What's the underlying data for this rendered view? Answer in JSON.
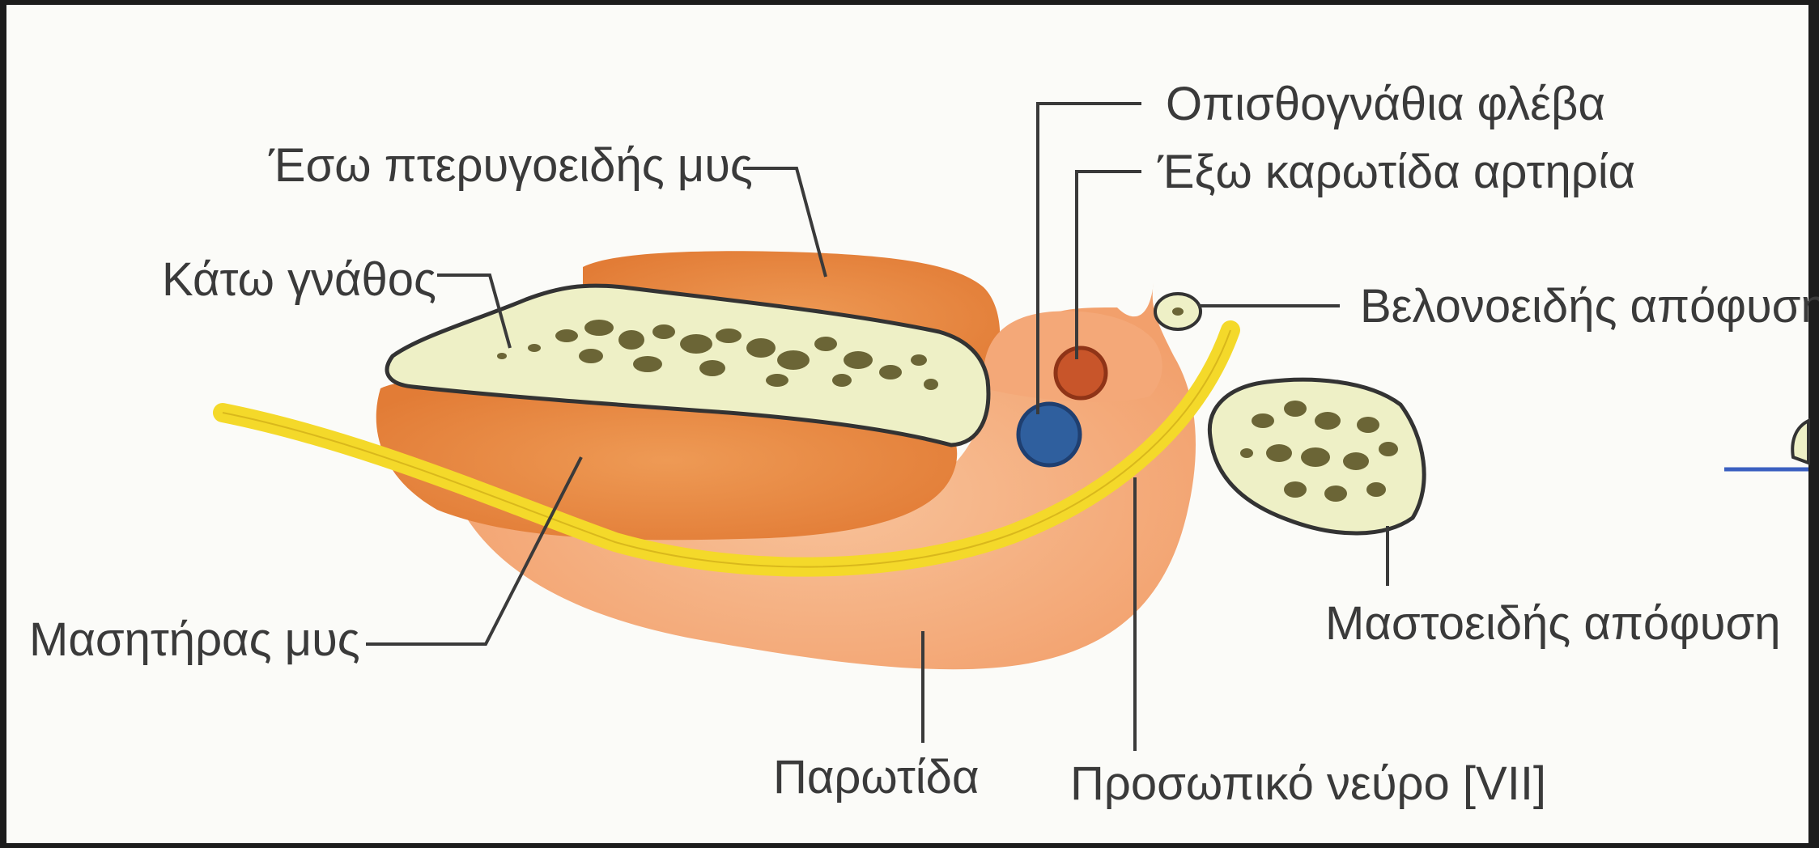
{
  "labels": {
    "retromandibular_vein": "Οπισθογνάθια φλέβα",
    "external_carotid_artery": "Έξω καρωτίδα αρτηρία",
    "medial_pterygoid_muscle": "Έσω πτερυγοειδής μυς",
    "mandible": "Κάτω γνάθος",
    "styloid_process": "Βελονοειδής απόφυση",
    "masseter_muscle": "Μασητήρας μυς",
    "mastoid_process": "Μαστοειδής απόφυση",
    "parotid_gland": "Παρωτίδα",
    "facial_nerve": "Προσωπικό νεύρο [VII]"
  },
  "colors": {
    "background": "#fbfbf8",
    "frame": "#1c1c1c",
    "parotid": "#f3a777",
    "muscle": "#e98a45",
    "bone_fill": "#eef0c6",
    "bone_speckle": "#6b6536",
    "nerve": "#f4d92a",
    "vein": "#2f5f9e",
    "artery": "#c8552a",
    "label_text": "#3a3a3a",
    "blue_line": "#3a5fc0"
  }
}
